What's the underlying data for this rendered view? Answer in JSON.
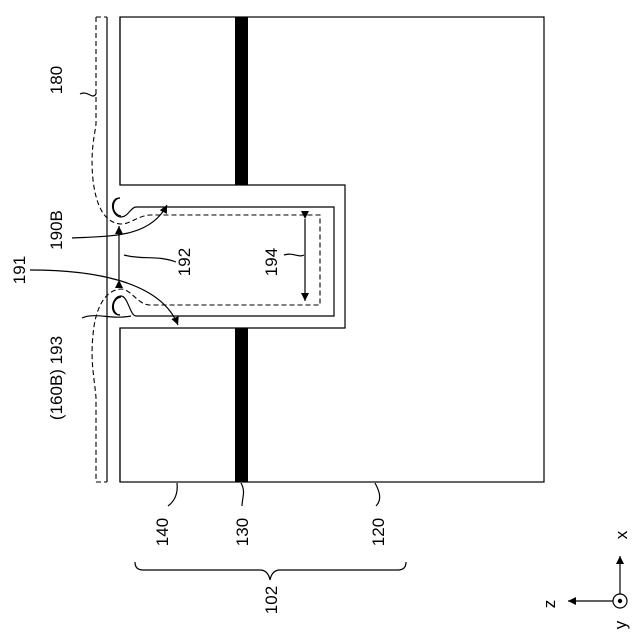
{
  "labels": {
    "l180": "180",
    "l190b": "190B",
    "l191": "191",
    "l192": "192",
    "l194": "194",
    "l193": "(160B) 193",
    "l140": "140",
    "l130": "130",
    "l120": "120",
    "l102": "102",
    "axis_x": "x",
    "axis_y": "y",
    "axis_z": "z"
  },
  "colors": {
    "stroke": "#000000",
    "background": "#ffffff",
    "layer_130": "#000000"
  }
}
